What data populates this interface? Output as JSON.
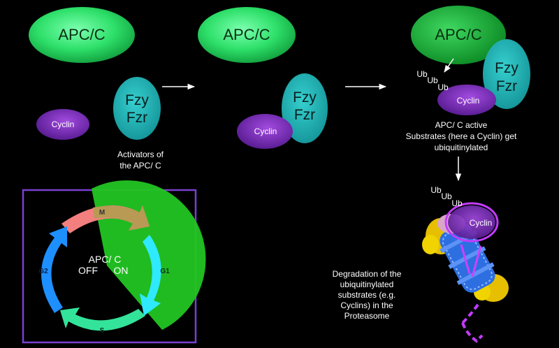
{
  "labels": {
    "apc": "APC/C",
    "fzy": "Fzy",
    "fzr": "Fzr",
    "cyclin": "Cyclin",
    "ub": "Ub",
    "activators_line1": "Activators  of",
    "activators_line2": "the  APC/ C",
    "active_line1": "APC/ C  active",
    "active_line2": "Substrates  (here  a  Cyclin)  get",
    "active_line3": "ubiquitinylated",
    "degradation_lines": [
      "Degradation  of  the",
      "ubiquitinylated",
      "substrates  (e.g.",
      "Cyclins)  in  the",
      "Proteasome"
    ]
  },
  "cycle": {
    "phases": [
      "M",
      "G1",
      "S",
      "G2"
    ],
    "center_label": "APC/ C",
    "off_label": "OFF",
    "on_label": "ON"
  },
  "colors": {
    "apc": "#22dd55",
    "activator": "#1bb3b3",
    "cyclin": "#8a2fc7",
    "frame": "#7a3fd0",
    "on_sector": "#22c522",
    "phase_m": "#f47f7f",
    "phase_g1": "#2fe9ff",
    "phase_s": "#33e39a",
    "phase_g2": "#1e8fff"
  }
}
